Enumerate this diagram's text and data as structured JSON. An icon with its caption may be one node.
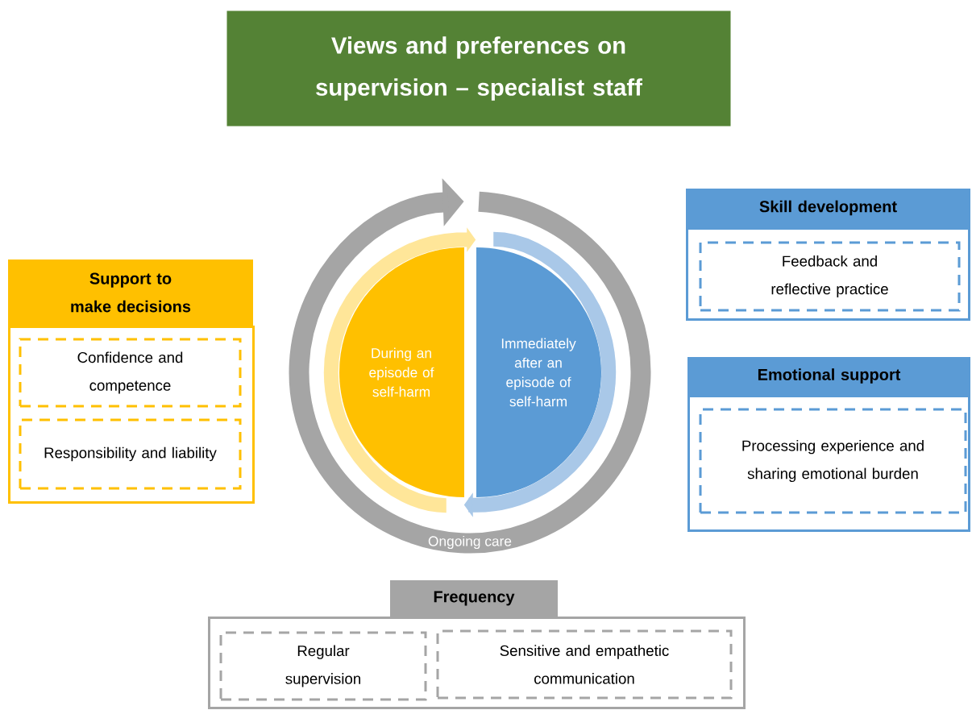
{
  "diagram": {
    "title": "Views and preferences on supervision – specialist staff",
    "nodes": [
      {
        "text": [
          "Support to make decisions"
        ]
      },
      {
        "text": [
          "Confidence and competence"
        ],
        "in": 0
      },
      {
        "text": [
          "Responsibility and liability"
        ],
        "in": 0
      },
      {
        "text": [
          "During an episode of self-harm"
        ]
      },
      {
        "text": [
          "Immediately after an episode of self-harm"
        ]
      },
      {
        "text": [
          "Skill development"
        ]
      },
      {
        "text": [
          "Feedback and reflective practice"
        ],
        "in": 5
      },
      {
        "text": [
          "Emotional support"
        ]
      },
      {
        "text": [
          "Processing experience and sharing emotional burden"
        ],
        "in": 7
      },
      {
        "text": [
          "Frequency"
        ]
      },
      {
        "text": [
          "Regular supervision"
        ],
        "in": 9
      },
      {
        "text": [
          "Sensitive and empathetic communication"
        ],
        "in": 9
      }
    ],
    "edges": [
      {
        "from": 3,
        "to": 4,
        "arrow": "to",
        "color": "#ffe699"
      },
      {
        "from": 4,
        "to": 3,
        "arrow": "to",
        "color": "#a9c8e8"
      }
    ],
    "labels": [
      "Ongoing care"
    ]
  }
}
